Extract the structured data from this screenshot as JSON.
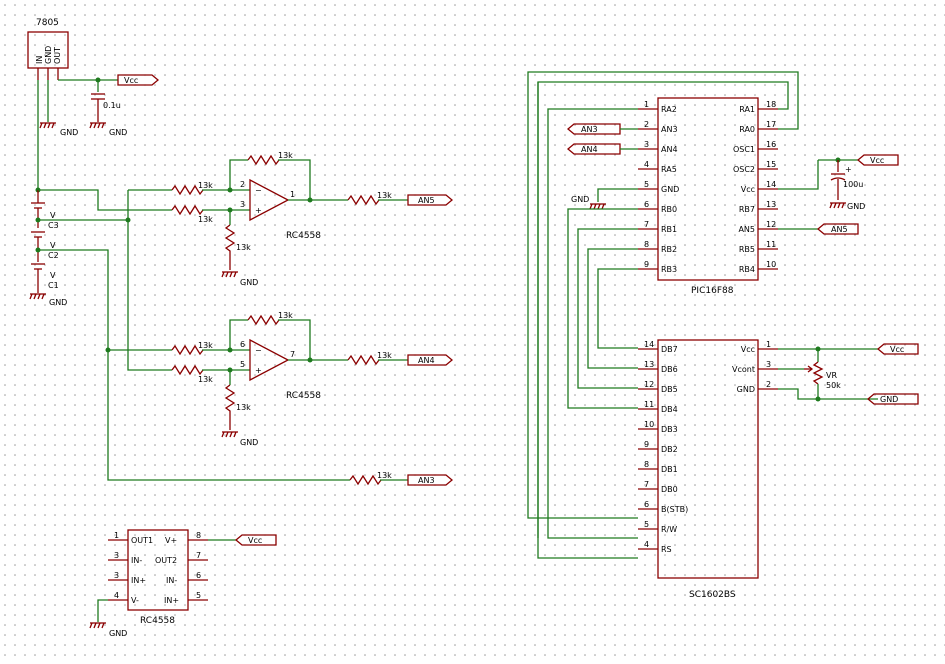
{
  "regulator": {
    "name": "7805",
    "pin_in": "IN",
    "pin_gnd": "GND",
    "pin_out": "OUT"
  },
  "cap_bypass": {
    "value": "0.1u"
  },
  "cap_bulk": {
    "value": "100u"
  },
  "labels": {
    "gnd": "GND",
    "vcc": "Vcc",
    "an3": "AN3",
    "an4": "AN4",
    "an5": "AN5"
  },
  "batteries": [
    {
      "name": "C3",
      "voltage": "V"
    },
    {
      "name": "C2",
      "voltage": "V"
    },
    {
      "name": "C1",
      "voltage": "V"
    }
  ],
  "resistors": {
    "value": "13k"
  },
  "opamp_a": {
    "name": "RC4558",
    "pin_inv": "2",
    "pin_noninv": "3",
    "pin_out": "1"
  },
  "opamp_b": {
    "name": "RC4558",
    "pin_inv": "6",
    "pin_noninv": "5",
    "pin_out": "7"
  },
  "opamp_pkg": {
    "name": "RC4558",
    "left_pins": [
      {
        "num": "1",
        "label": "OUT1"
      },
      {
        "num": "3",
        "label": "IN-"
      },
      {
        "num": "3",
        "label": "IN+"
      },
      {
        "num": "4",
        "label": "V-"
      }
    ],
    "right_pins": [
      {
        "num": "8",
        "label": "V+"
      },
      {
        "num": "7",
        "label": "OUT2"
      },
      {
        "num": "6",
        "label": "IN-"
      },
      {
        "num": "5",
        "label": "IN+"
      }
    ]
  },
  "mcu": {
    "name": "PIC16F88",
    "left_pins": [
      {
        "num": "1",
        "label": "RA2"
      },
      {
        "num": "2",
        "label": "AN3"
      },
      {
        "num": "3",
        "label": "AN4"
      },
      {
        "num": "4",
        "label": "RA5"
      },
      {
        "num": "5",
        "label": "GND"
      },
      {
        "num": "6",
        "label": "RB0"
      },
      {
        "num": "7",
        "label": "RB1"
      },
      {
        "num": "8",
        "label": "RB2"
      },
      {
        "num": "9",
        "label": "RB3"
      }
    ],
    "right_pins": [
      {
        "num": "18",
        "label": "RA1"
      },
      {
        "num": "17",
        "label": "RA0"
      },
      {
        "num": "16",
        "label": "OSC1"
      },
      {
        "num": "15",
        "label": "OSC2"
      },
      {
        "num": "14",
        "label": "Vcc"
      },
      {
        "num": "13",
        "label": "RB7"
      },
      {
        "num": "12",
        "label": "AN5"
      },
      {
        "num": "11",
        "label": "RB5"
      },
      {
        "num": "10",
        "label": "RB4"
      }
    ]
  },
  "lcd": {
    "name": "SC1602BS",
    "left_pins": [
      {
        "num": "14",
        "label": "DB7"
      },
      {
        "num": "13",
        "label": "DB6"
      },
      {
        "num": "12",
        "label": "DB5"
      },
      {
        "num": "11",
        "label": "DB4"
      },
      {
        "num": "10",
        "label": "DB3"
      },
      {
        "num": "9",
        "label": "DB2"
      },
      {
        "num": "8",
        "label": "DB1"
      },
      {
        "num": "7",
        "label": "DB0"
      },
      {
        "num": "6",
        "label": "B(STB)"
      },
      {
        "num": "5",
        "label": "R/W"
      },
      {
        "num": "4",
        "label": "RS"
      }
    ],
    "right_pins": [
      {
        "num": "1",
        "label": "Vcc"
      },
      {
        "num": "3",
        "label": "Vcont"
      },
      {
        "num": "2",
        "label": "GND"
      }
    ]
  },
  "pot": {
    "name": "VR",
    "value": "50k"
  }
}
